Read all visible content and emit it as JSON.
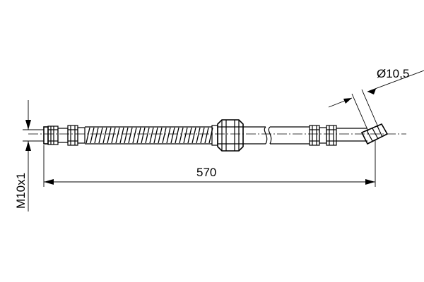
{
  "drawing": {
    "length_label": "570",
    "diameter_label": "Ø10,5",
    "thread_label": "M10x1"
  }
}
